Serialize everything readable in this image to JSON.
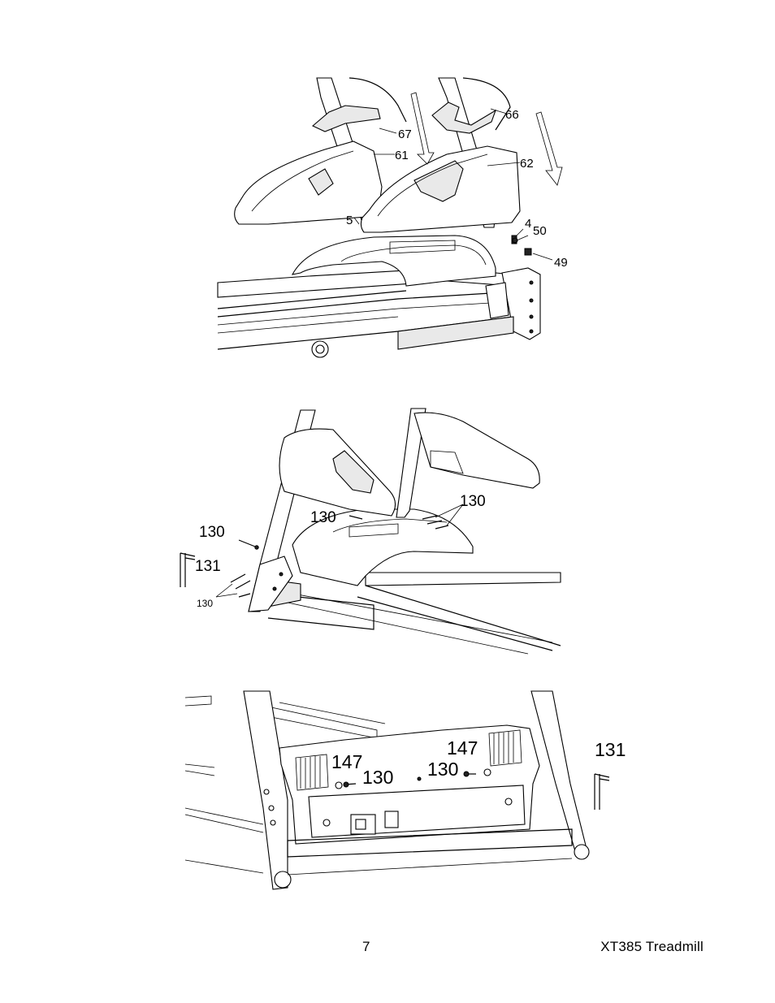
{
  "figures": [
    {
      "id": "fig1",
      "labels": [
        "67",
        "66",
        "61",
        "62",
        "5",
        "4",
        "50",
        "49"
      ]
    },
    {
      "id": "fig2",
      "labels": [
        "130",
        "130",
        "130",
        "131",
        "130"
      ]
    },
    {
      "id": "fig3",
      "labels": [
        "147",
        "130",
        "147",
        "130",
        "131"
      ]
    }
  ],
  "footer": {
    "page_number": "7",
    "model": "XT385  Treadmill"
  }
}
